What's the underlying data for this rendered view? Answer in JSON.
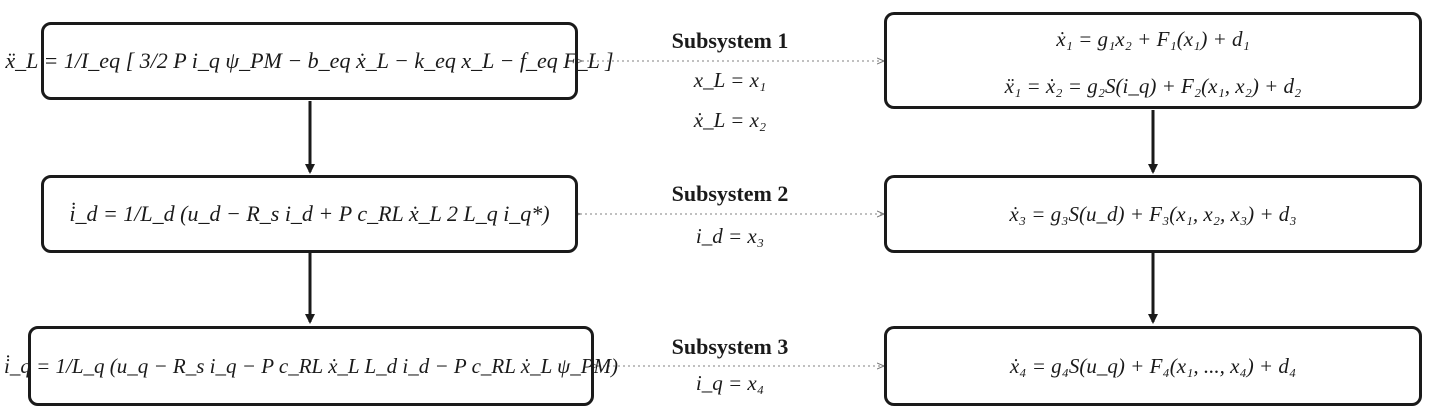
{
  "left_equations": [
    {
      "text": "ẍ_L = 1/I_eq [ 3/2 P i_q ψ_PM − b_eq ẋ_L − k_eq x_L − f_eq F_L ]"
    },
    {
      "text": "i̇_d = 1/L_d (u_d − R_s i_d + P c_RL ẋ_L 2 L_q i_q*)"
    },
    {
      "text": "i̇_q = 1/L_q (u_q − R_s i_q − P c_RL ẋ_L L_d i_d − P c_RL ẋ_L ψ_PM)"
    }
  ],
  "right_equations": [
    {
      "line1": "ẋ₁ = g₁x₂ + F₁(x₁) + d₁",
      "line2": "ẍ₁ = ẋ₂ = g₂S(i_q) + F₂(x₁, x₂) + d₂"
    },
    {
      "text": "ẋ₃ = g₃S(u_d) + F₃(x₁, x₂, x₃) + d₃"
    },
    {
      "text": "ẋ₄ = g₄S(u_q) + F₄(x₁, ..., x₄) + d₄"
    }
  ],
  "subsystems": [
    {
      "title": "Subsystem 1",
      "mappings": [
        "x_L = x₁",
        "ẋ_L = x₂"
      ]
    },
    {
      "title": "Subsystem 2",
      "mappings": [
        "i_d = x₃"
      ]
    },
    {
      "title": "Subsystem 3",
      "mappings": [
        "i_q = x₄"
      ]
    }
  ],
  "colors": {
    "stroke": "#1a1a1a",
    "dotted": "#9a9a9a",
    "background": "#ffffff"
  }
}
